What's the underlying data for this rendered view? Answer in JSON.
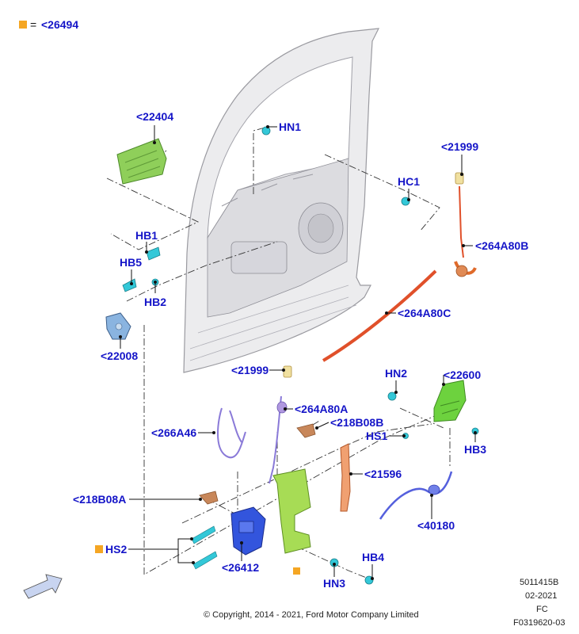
{
  "legend": {
    "marker_color": "#f5a623",
    "equals": "=",
    "part": "<26494"
  },
  "labels": {
    "l22404": "<22404",
    "hn1": "HN1",
    "l21999_top": "<21999",
    "hc1": "HC1",
    "l264a80b": "<264A80B",
    "hb1": "HB1",
    "hb5": "HB5",
    "hb2": "HB2",
    "l22008": "<22008",
    "l264a80c": "<264A80C",
    "l21999_mid": "<21999",
    "hn2": "HN2",
    "l22600": "<22600",
    "l264a80a": "<264A80A",
    "l218b08b": "<218B08B",
    "l266a46": "<266A46",
    "hs1": "HS1",
    "hb3": "HB3",
    "l21596": "<21596",
    "l218b08a": "<218B08A",
    "l40180": "<40180",
    "hs2": "HS2",
    "l26412": "<26412",
    "hb4": "HB4",
    "hn3": "HN3"
  },
  "meta": {
    "code1": "5011415B",
    "date": "02-2021",
    "fc": "FC",
    "figure": "F0319620-03",
    "copyright": "© Copyright, 2014 - 2021, Ford Motor Company Limited"
  },
  "colors": {
    "label_blue": "#1515c8",
    "handle_green": "#7dc242",
    "clip_cyan": "#33c8d8",
    "latch_blue": "#3355dd",
    "cable_red": "#e0502a",
    "cable_purple": "#8a7ad8",
    "bracket_brown": "#c8875a",
    "door_gray": "#e6e6e8",
    "legend_orange": "#f5a623"
  },
  "icons": {
    "nav_arrow": "direction-arrow-icon"
  }
}
